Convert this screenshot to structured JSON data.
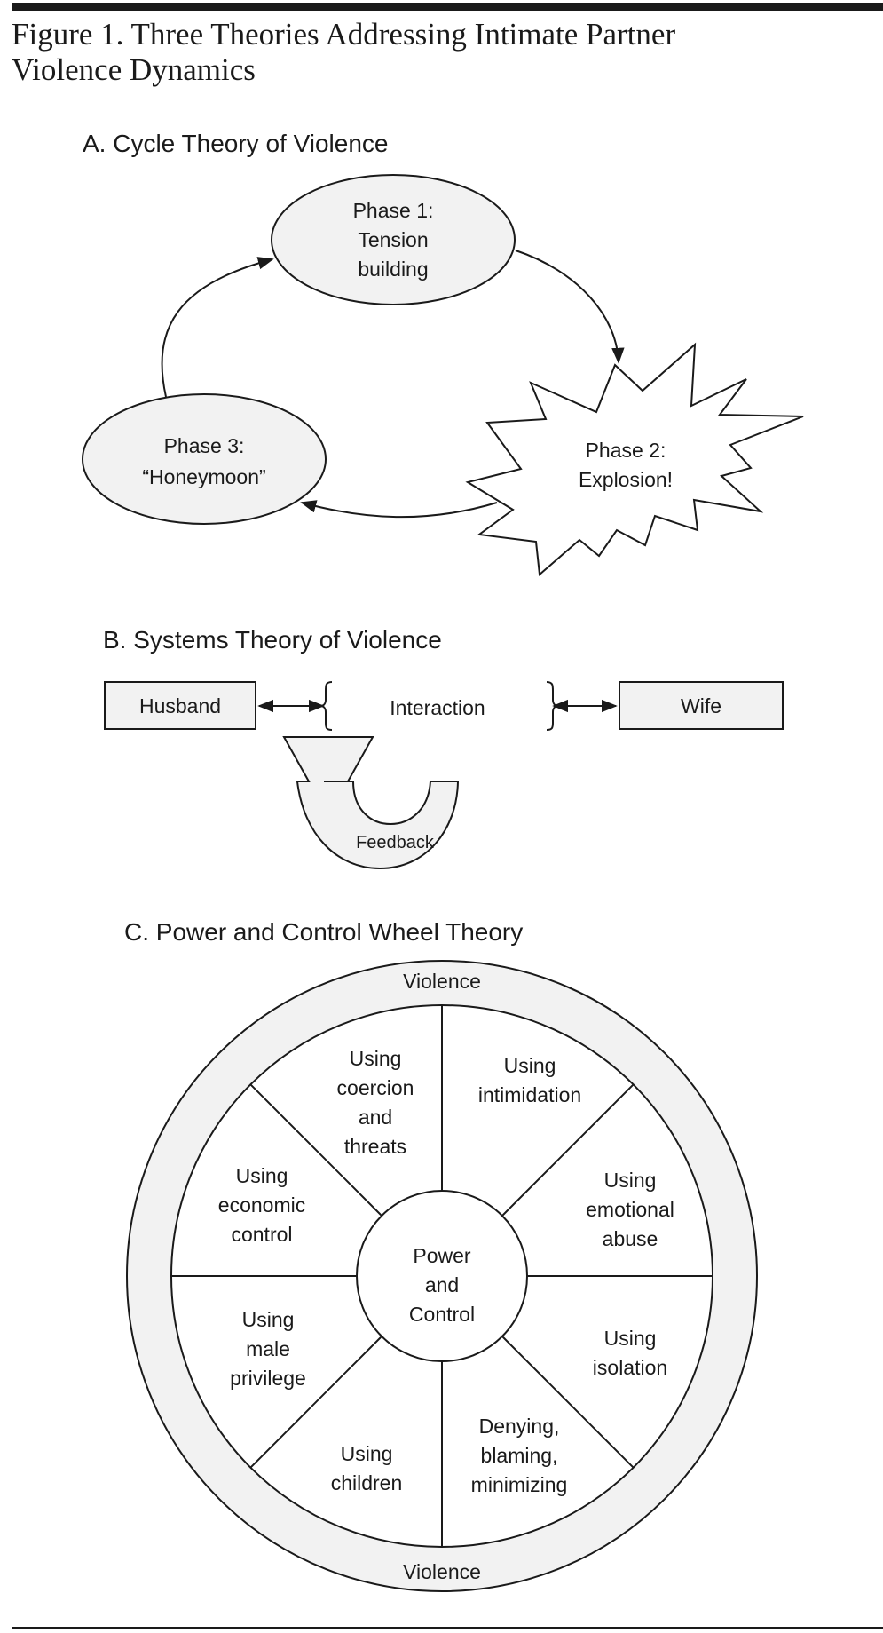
{
  "figure": {
    "title_line1": "Figure 1. Three Theories Addressing Intimate Partner",
    "title_line2": "Violence Dynamics"
  },
  "panel_a": {
    "heading": "A. Cycle Theory of Violence",
    "phase1": [
      "Phase 1:",
      "Tension",
      "building"
    ],
    "phase2": [
      "Phase 2:",
      "Explosion!"
    ],
    "phase3": [
      "Phase 3:",
      "“Honeymoon”"
    ],
    "flow": [
      "phase1 → phase2",
      "phase2 → phase3",
      "phase3 → phase1"
    ]
  },
  "panel_b": {
    "heading": "B. Systems Theory of Violence",
    "left_box": "Husband",
    "center": "Interaction",
    "right_box": "Wife",
    "feedback": "Feedback"
  },
  "panel_c": {
    "heading": "C. Power and Control Wheel Theory",
    "rim_top": "Violence",
    "rim_bottom": "Violence",
    "hub": [
      "Power",
      "and",
      "Control"
    ],
    "spokes": {
      "coercion": [
        "Using",
        "coercion",
        "and",
        "threats"
      ],
      "intimidation": [
        "Using",
        "intimidation"
      ],
      "emotional": [
        "Using",
        "emotional",
        "abuse"
      ],
      "isolation": [
        "Using",
        "isolation"
      ],
      "denying": [
        "Denying,",
        "blaming,",
        "minimizing"
      ],
      "children": [
        "Using",
        "children"
      ],
      "privilege": [
        "Using",
        "male",
        "privilege"
      ],
      "economic": [
        "Using",
        "economic",
        "control"
      ]
    }
  },
  "colors": {
    "ink": "#1a1a1a",
    "shape_fill": "#f2f2f2",
    "background": "#ffffff"
  }
}
